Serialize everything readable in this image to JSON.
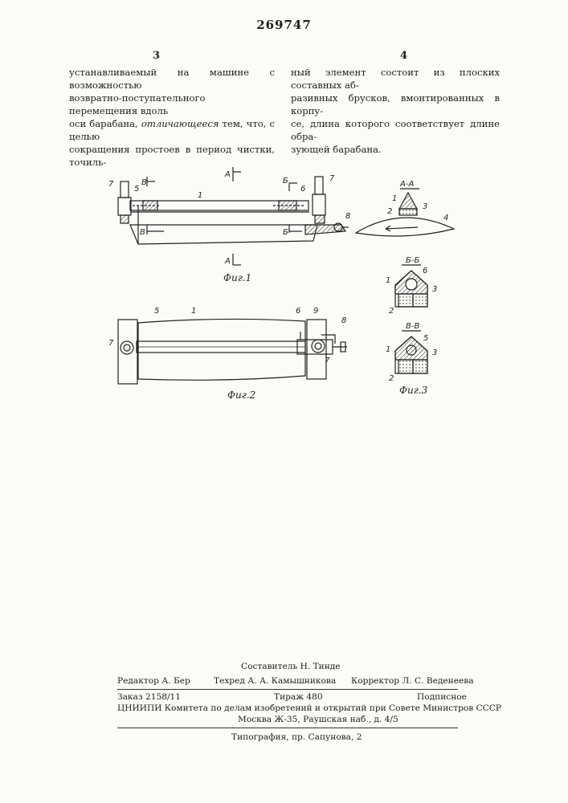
{
  "header": {
    "patent_number": "269747",
    "col_left": "3",
    "col_right": "4"
  },
  "text": {
    "left": [
      "устанавливаемый на машине с возможностью",
      "возвратно-поступательного перемещения вдоль",
      "оси барабана, ",
      "отличающееся",
      " тем, что, с целью",
      "сокращения простоев в период чистки, точиль-"
    ],
    "right": [
      "ный элемент состоит из плоских составных аб-",
      "разивных брусков, вмонтированных в корпу-",
      "се, длина которого соответствует длине обра-",
      "зующей барабана."
    ]
  },
  "figures": {
    "fig1": {
      "caption": "Фиг.1",
      "labels": [
        "7",
        "5",
        "В",
        "1",
        "А",
        "Б",
        "6",
        "7",
        "8",
        "В",
        "Б",
        "А"
      ]
    },
    "fig2": {
      "caption": "Фиг.2",
      "labels": [
        "5",
        "1",
        "6",
        "9",
        "8",
        "7",
        "7"
      ]
    },
    "fig3": {
      "caption": "Фиг.3",
      "sections": [
        {
          "title": "А-А",
          "labels": [
            "1",
            "2",
            "3",
            "4"
          ]
        },
        {
          "title": "Б-Б",
          "labels": [
            "1",
            "6",
            "3",
            "2"
          ]
        },
        {
          "title": "В-В",
          "labels": [
            "5",
            "1",
            "3",
            "2"
          ]
        }
      ]
    }
  },
  "footer": {
    "compiler": "Составитель  Н. Тинде",
    "editor": "Редактор  А. Бер",
    "techeditor": "Техред  А. А. Камышникова",
    "corrector": "Корректор  Л. С. Веденеева",
    "order": "Заказ 2158/11",
    "circulation": "Тираж 480",
    "subscription": "Подписное",
    "institute": "ЦНИИПИ Комитета по делам изобретений и открытий при Совете Министров СССР",
    "address": "Москва Ж-35, Раушская наб., д. 4/5",
    "printing": "Типография, пр. Сапунова, 2"
  }
}
